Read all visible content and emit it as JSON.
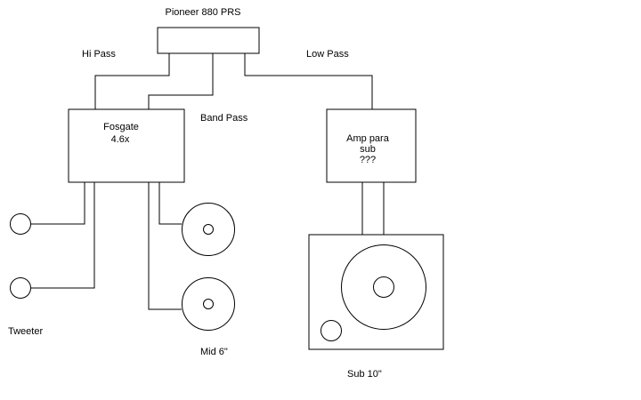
{
  "head_unit": {
    "label": "Pioneer 880 PRS"
  },
  "outputs": {
    "hi_pass": "Hi Pass",
    "band_pass": "Band Pass",
    "low_pass": "Low Pass"
  },
  "amp_main": {
    "line1": "Fosgate",
    "line2": "4.6x"
  },
  "amp_sub": {
    "line1": "Amp para",
    "line2": "sub",
    "line3": "???"
  },
  "speakers": {
    "tweeter": "Tweeter",
    "mid": "Mid 6\"",
    "sub": "Sub 10\""
  }
}
